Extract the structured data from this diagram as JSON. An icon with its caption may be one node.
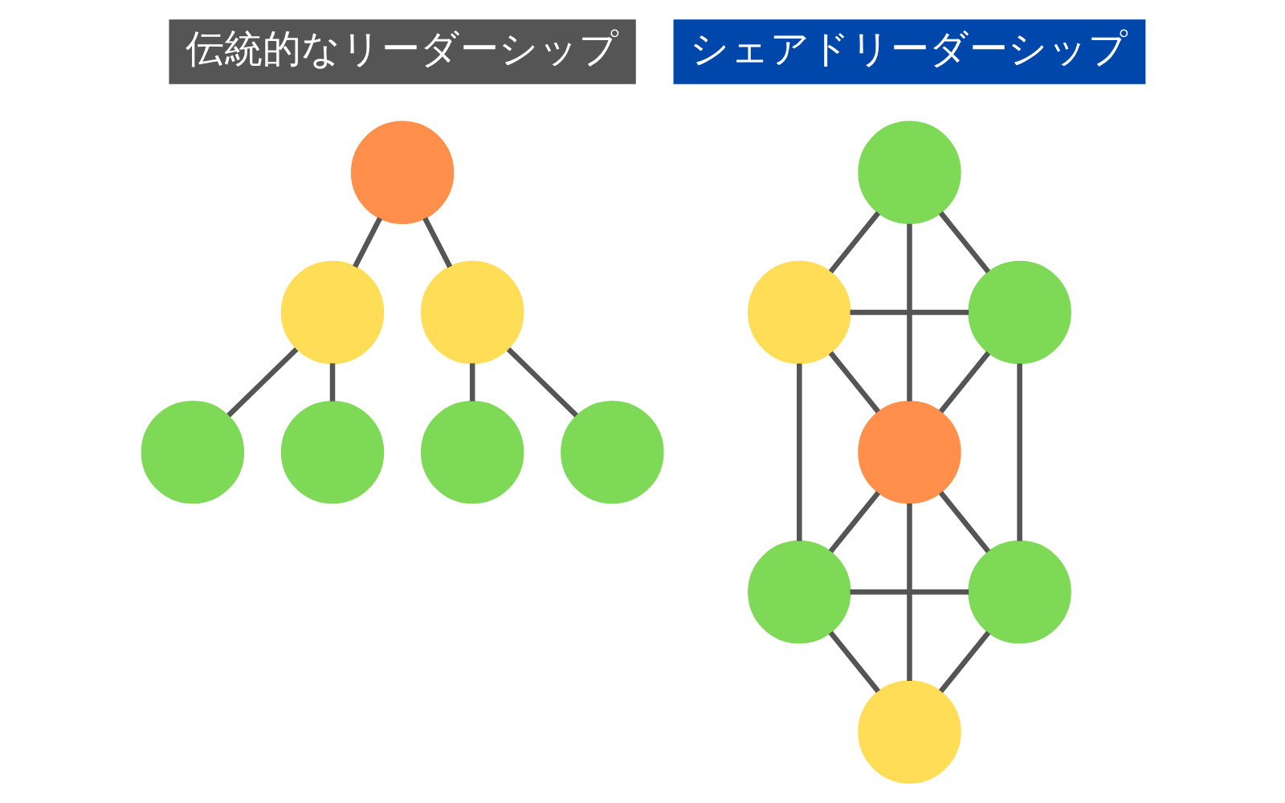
{
  "diagram": {
    "nodes": [
      {
        "text": [
          "伝統的なリーダーシップ"
        ]
      },
      {
        "text": [
          "シェアドリーダーシップ"
        ]
      },
      {
        "text": [],
        "shape": "circle"
      },
      {
        "text": [],
        "shape": "circle"
      },
      {
        "text": [],
        "shape": "circle"
      },
      {
        "text": [],
        "shape": "circle"
      },
      {
        "text": [],
        "shape": "circle"
      },
      {
        "text": [],
        "shape": "circle"
      },
      {
        "text": [],
        "shape": "circle"
      },
      {
        "text": [],
        "shape": "circle"
      },
      {
        "text": [],
        "shape": "circle"
      },
      {
        "text": [],
        "shape": "circle"
      },
      {
        "text": [],
        "shape": "circle"
      },
      {
        "text": [],
        "shape": "circle"
      },
      {
        "text": [],
        "shape": "circle"
      },
      {
        "text": [],
        "shape": "circle"
      }
    ],
    "edges": [
      {
        "from": 2,
        "to": 3,
        "arrow": "none"
      },
      {
        "from": 2,
        "to": 4,
        "arrow": "none"
      },
      {
        "from": 3,
        "to": 5,
        "arrow": "none"
      },
      {
        "from": 3,
        "to": 6,
        "arrow": "none"
      },
      {
        "from": 4,
        "to": 7,
        "arrow": "none"
      },
      {
        "from": 4,
        "to": 8,
        "arrow": "none"
      },
      {
        "from": 9,
        "to": 10,
        "arrow": "none"
      },
      {
        "from": 9,
        "to": 11,
        "arrow": "none"
      },
      {
        "from": 9,
        "to": 12,
        "arrow": "none"
      },
      {
        "from": 10,
        "to": 11,
        "arrow": "none"
      },
      {
        "from": 10,
        "to": 12,
        "arrow": "none"
      },
      {
        "from": 11,
        "to": 12,
        "arrow": "none"
      },
      {
        "from": 10,
        "to": 13,
        "arrow": "none"
      },
      {
        "from": 11,
        "to": 14,
        "arrow": "none"
      },
      {
        "from": 12,
        "to": 13,
        "arrow": "none"
      },
      {
        "from": 12,
        "to": 14,
        "arrow": "none"
      },
      {
        "from": 13,
        "to": 14,
        "arrow": "none"
      },
      {
        "from": 12,
        "to": 15,
        "arrow": "none"
      },
      {
        "from": 13,
        "to": 15,
        "arrow": "none"
      },
      {
        "from": 14,
        "to": 15,
        "arrow": "none"
      }
    ]
  }
}
